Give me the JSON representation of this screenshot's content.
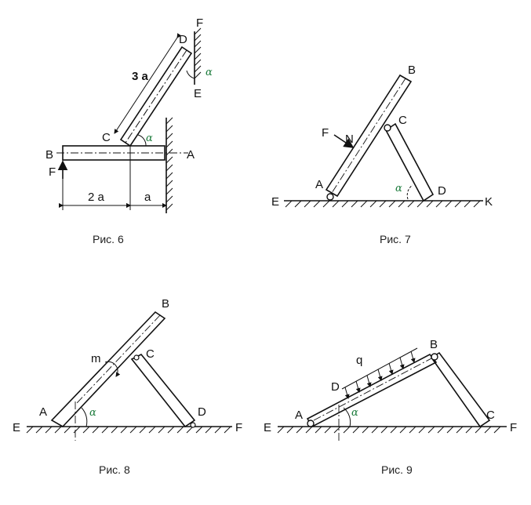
{
  "fig6": {
    "caption": "Рис. 6",
    "labels": {
      "D": "D",
      "F": "F",
      "E": "E",
      "C": "C",
      "A": "A",
      "B": "B",
      "Fforce": "F",
      "len3a": "3 a",
      "dim2a": "2 a",
      "dima": "a",
      "alpha1": "α",
      "alpha2": "α"
    }
  },
  "fig7": {
    "caption": "Рис. 7",
    "labels": {
      "B": "B",
      "C": "C",
      "F": "F",
      "N": "N",
      "A": "A",
      "D": "D",
      "E": "E",
      "K": "K",
      "alpha": "α"
    }
  },
  "fig8": {
    "caption": "Рис. 8",
    "labels": {
      "B": "B",
      "C": "C",
      "m": "m",
      "A": "A",
      "D": "D",
      "E": "E",
      "F": "F",
      "alpha": "α"
    }
  },
  "fig9": {
    "caption": "Рис. 9",
    "labels": {
      "B": "B",
      "q": "q",
      "D": "D",
      "A": "A",
      "C": "C",
      "E": "E",
      "F": "F",
      "alpha": "α"
    }
  }
}
